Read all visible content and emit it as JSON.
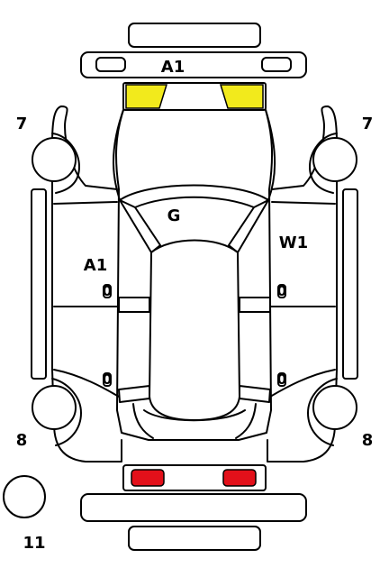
{
  "colors": {
    "outline": "#000000",
    "background": "#ffffff",
    "front_lamp": "#f2ea1c",
    "rear_lamp": "#e3101a"
  },
  "labels": {
    "front_bumper": "A1",
    "hood": "G",
    "left_side": "A1",
    "right_side": "W1",
    "front_left_wheel": "7",
    "front_right_wheel": "7",
    "rear_left_wheel": "8",
    "rear_right_wheel": "8",
    "spare_wheel": "11",
    "door_fl": "0",
    "door_fr": "0",
    "door_rl": "0",
    "door_rr": "0"
  }
}
